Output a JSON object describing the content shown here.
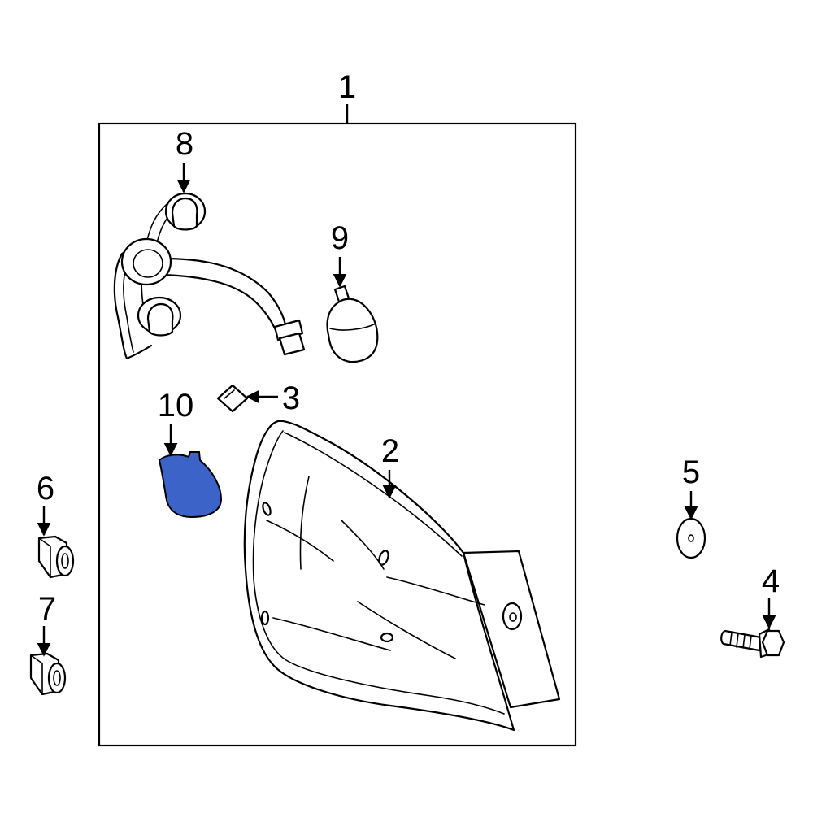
{
  "callouts": {
    "c1": "1",
    "c2": "2",
    "c3": "3",
    "c4": "4",
    "c5": "5",
    "c6": "6",
    "c7": "7",
    "c8": "8",
    "c9": "9",
    "c10": "10"
  },
  "colors": {
    "highlight": "#3b63c8",
    "line": "#000000",
    "background": "#ffffff"
  }
}
